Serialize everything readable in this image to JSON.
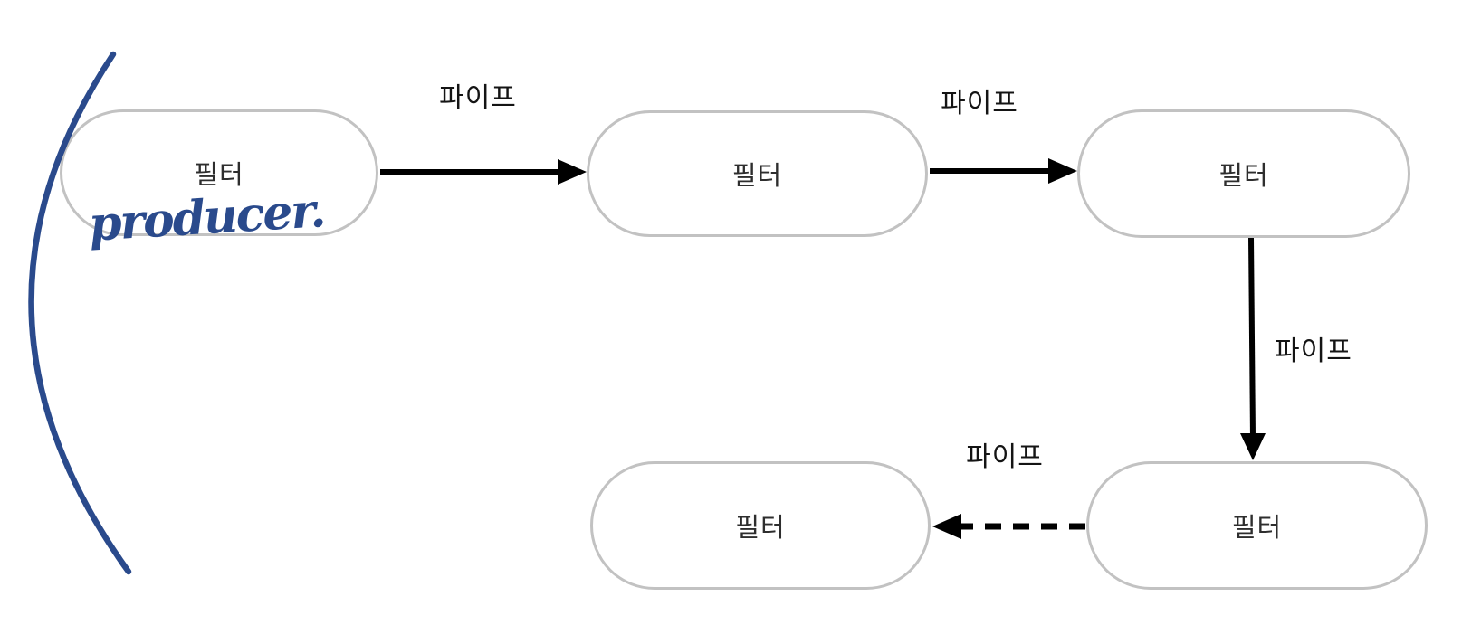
{
  "diagram": {
    "title_hint": "pipes-and-filters flow diagram",
    "nodes": [
      {
        "id": "filter-1",
        "label": "필터",
        "position": "top-left"
      },
      {
        "id": "filter-2",
        "label": "필터",
        "position": "top-middle"
      },
      {
        "id": "filter-3",
        "label": "필터",
        "position": "top-right"
      },
      {
        "id": "filter-4",
        "label": "필터",
        "position": "bottom-right"
      },
      {
        "id": "filter-5",
        "label": "필터",
        "position": "bottom-left"
      }
    ],
    "edges": [
      {
        "id": "pipe-1",
        "label": "파이프",
        "from": "filter-1",
        "to": "filter-2",
        "style": "solid",
        "direction": "right"
      },
      {
        "id": "pipe-2",
        "label": "파이프",
        "from": "filter-2",
        "to": "filter-3",
        "style": "solid",
        "direction": "right"
      },
      {
        "id": "pipe-3",
        "label": "파이프",
        "from": "filter-3",
        "to": "filter-4",
        "style": "solid",
        "direction": "down"
      },
      {
        "id": "pipe-4",
        "label": "파이프",
        "from": "filter-4",
        "to": "filter-5",
        "style": "dashed",
        "direction": "left"
      }
    ],
    "annotation": {
      "text": "producer.",
      "style": "handwritten",
      "color": "#2a4a8c",
      "arc": "large blue open-parenthesis arc on left side"
    },
    "colors": {
      "background": "#ffffff",
      "node_border": "#c2c2c2",
      "node_fill": "#ffffff",
      "node_text": "#2e2e2e",
      "edge": "#000000",
      "edge_label": "#141414",
      "annotation_blue": "#2a4a8c"
    }
  }
}
